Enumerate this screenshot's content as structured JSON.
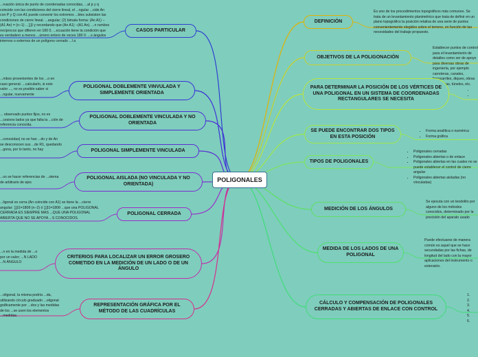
{
  "root": "POLIGONALES",
  "right_nodes": [
    {
      "id": "definicion",
      "label": "DEFINICIÓN",
      "color": "#e0b300",
      "note": "Es uno de los procedimientos topográficos más comunes. Se trata de un levantamiento planimétrico que trata de definir en un plano topográfico la posición relativa de una serie de puntos convenientemente elegidos sobre el terreno, en función de las necesidades del trabajo propuesto."
    },
    {
      "id": "objetivos",
      "label": "OBJETIVOS DE LA POLIGONACIÓN",
      "color": "#c9d22a",
      "note": "Establecer puntos de control para el levantamiento de detalles como ser de apoyo para diversas obras de ingeniería, por ejemplo carreteras, canales, ferrocarriles, diques, obras hidráulicas, túneles, etc."
    },
    {
      "id": "posicion",
      "label": "PARA DETERMINAR LA POSICIÓN DE LOS VÉRTICES DE UNA POLIGONAL EN UN SISTEMA DE COORDENADAS RECTANGULARES SE NECESITA",
      "color": "#b8e63c",
      "bullets": [
        "",
        ""
      ]
    },
    {
      "id": "encontrar",
      "label": "SE PUEDE ENCONTRAR DOS TIPOS EN ESTA POSICIÓN",
      "color": "#9ee84a",
      "bullets": [
        "Forma analítica o numérica",
        "Forma gráfica"
      ]
    },
    {
      "id": "tipos",
      "label": "TIPOS DE POLIGONALES",
      "color": "#7ee65a",
      "bullets": [
        "Poligonales cerradas",
        "Poligonales abiertas o de enlace",
        "Poligonales abiertas en las cuales no se puede establecer el control de cierre angular",
        "Poligonales abiertas aisladas (no vinculadas)"
      ]
    },
    {
      "id": "medicion",
      "label": "MEDICIÓN DE LOS ÁNGULOS",
      "color": "#5ee064",
      "note": "Se ejecuta con un teodolito por alguno de los métodos conocidos, determinado por la precisión del aparato usado"
    },
    {
      "id": "lados",
      "label": "MEDIDA DE LOS LADOS DE UNA POLIGONAL",
      "color": "#4ee06e",
      "note": "Puede efectuarse de manera común es aquel que se hace secundadas por las fichas, de longitud del lado con la mayor aplicaciones del instrumento o extensión."
    },
    {
      "id": "calculo",
      "label": "CÁLCULO Y COMPENSACIÓN DE POLIGONALES CERRADAS Y ABIERTAS DE ENLACE CON CONTROL",
      "color": "#40dc78",
      "numbers": [
        "1.",
        "2.",
        "3.",
        "4.",
        "5.",
        "6."
      ]
    }
  ],
  "left_nodes": [
    {
      "id": "casos",
      "label": "CASOS PARTICULAR",
      "color": "#2d3fd1",
      "note": "...rvación única de punto de coordenadas conocidas, ...al p y q coincide con las condiciones del cierre lineal, el ...ngular ...cide An con P y Q con A1 puede convenir los extremos ...bles subsisten las condiciones de cierre lineal. ...angular; (2) bimala forma: (An A1) −(A1 An) = (n−1) ...∑β y recordando que (An A1) −(A1 An). ...n rumbos recíprocos que difieren en 180 0. ...ecuación tiene la condición que es verdadero a menos ...úmero entero de veces 180 0. ...s ángulos internos o externos de un polígono cerrado ...l a"
    },
    {
      "id": "doble-vinc",
      "label": "POLIGONAL DOBLEMENTE VINVULADA Y SIMPLEMENTE ORIENTADA",
      "color": "#3a2fd8",
      "note": "...mbos provenientes de los ...o en caso general. ...calcularlo, si este valor ..., no es posible saber si ...ngular, nuevamente"
    },
    {
      "id": "doble-no",
      "label": "POLIGONAL DOBLEMENTE VINCULADA Y NO ORIENTADA",
      "color": "#4a2ed6",
      "note": "... observado puntos fijos, no es ...cesivos lados ya que falta la ...ción de referencia conocida."
    },
    {
      "id": "simple",
      "label": "POLIGONAL SIMPLEMENTE VINCULADA",
      "color": "#5a2ed4",
      "note": "...conocidas) no se han ...do y de An se desconocen sus ...de R1, quedando ...gona, por lo tanto, no hay"
    },
    {
      "id": "aislada",
      "label": "POLIGONAL AISLADA (NO VINCULADA Y NO ORIENTADA)",
      "color": "#7a2ed0",
      "note": "...os se hacer referencias de ...stema de arbitrario de ejes"
    },
    {
      "id": "cerrada",
      "label": "POLIGONAL CERRADA",
      "color": "#9a2ec8",
      "note": "...ligonal es cerra (An coincide con A1) se tiene la ...cierre angular: ∑β1=180θ (n−2) ó ∑β1=180θ ...que una POLIGONAL CERRADA ES SIEMPRE MAS ...QUE UNA POLIGONAL ABIERTA QUE NO SE APOYA ...S CONOCIDOS."
    },
    {
      "id": "criterios",
      "label": "CRITERIOS PARA LOCALIZAR UN ERROR GROSERO COMETIDO EN LA MEDICIÓN DE UN LADO O DE UN ÁNGULO",
      "color": "#c02eaa",
      "note": "...n en la medida de ...o por un valor; ...N LADO ...N ÁNGULO"
    },
    {
      "id": "grafica",
      "label": "REPRESENTACIÓN GRÁFICA POR EL MÉTODO DE LAS CUADRÍCULAS",
      "color": "#d62e8c",
      "note": "...oligonal, la misma podría ...da, utilizando círculo graduado ...oligonal gráficamente por ...dos y las medidas de los ...se usen los elementos ...medidas."
    }
  ]
}
